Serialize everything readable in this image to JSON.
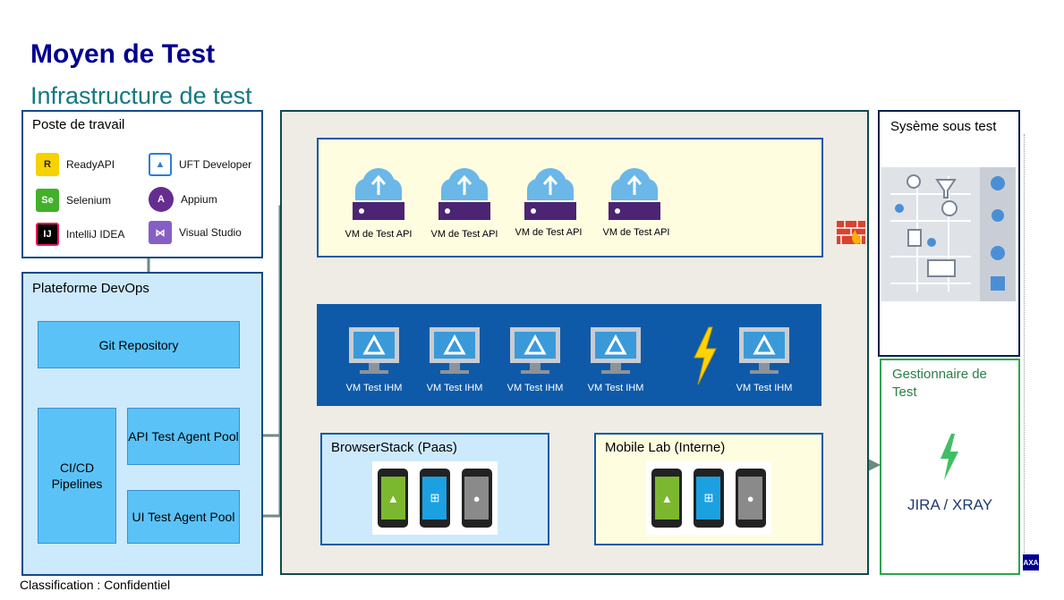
{
  "title": "Moyen de Test",
  "subtitle": "Infrastructure de test",
  "footer": "Classification : Confidentiel",
  "workstation": {
    "label": "Poste de travail",
    "tools": [
      {
        "name": "ReadyAPI",
        "icon": "readyapi-icon"
      },
      {
        "name": "UFT Developer",
        "icon": "uft-icon"
      },
      {
        "name": "Selenium",
        "icon": "selenium-icon"
      },
      {
        "name": "Appium",
        "icon": "appium-icon"
      },
      {
        "name": "IntelliJ IDEA",
        "icon": "intellij-icon"
      },
      {
        "name": "Visual Studio",
        "icon": "visual-studio-icon"
      }
    ]
  },
  "devops": {
    "label": "Plateforme DevOps",
    "git": "Git Repository",
    "cicd": "CI/CD Pipelines",
    "api_pool": "API Test Agent Pool",
    "ui_pool": "UI Test Agent Pool"
  },
  "vm_api": [
    "VM de Test API",
    "VM de Test API",
    "VM de Test API",
    "VM de Test API"
  ],
  "vm_ihm": [
    "VM Test IHM",
    "VM Test IHM",
    "VM Test IHM",
    "VM Test IHM",
    "VM Test IHM"
  ],
  "browserstack": "BrowserStack (Paas)",
  "mobilelab": "Mobile Lab (Interne)",
  "sut": {
    "label": "Sysème sous test"
  },
  "test_manager": {
    "label": "Gestionnaire de Test",
    "product": "JIRA / XRAY"
  },
  "colors": {
    "navy": "#00008f",
    "teal": "#13787f",
    "arrow": "#6b8c80",
    "vm_bar": "#0f5aa8",
    "api_bar": "#fffde0",
    "devops_bg": "#cdeafc",
    "green": "#2da44e"
  }
}
